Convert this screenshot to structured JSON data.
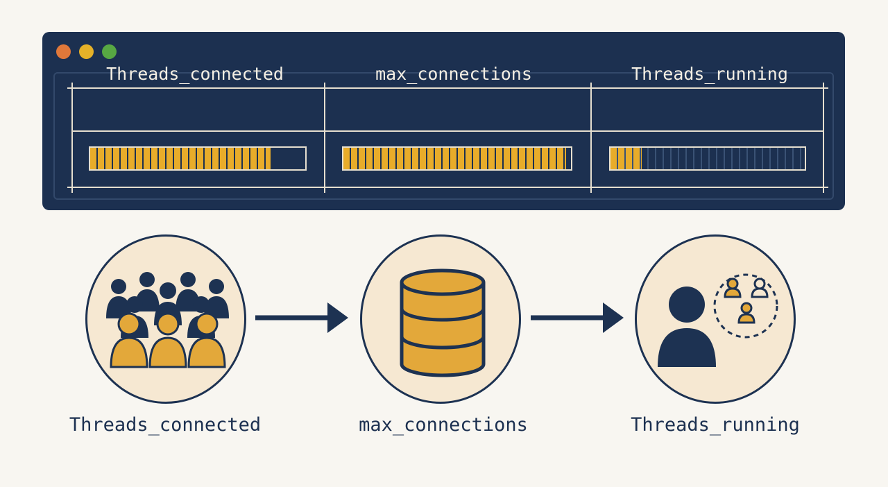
{
  "window": {
    "traffic_lights": [
      "#e0783a",
      "#e5b128",
      "#57a843"
    ],
    "columns": [
      {
        "label": "Threads_connected",
        "fill": 0.84
      },
      {
        "label": "max_connections",
        "fill": 0.98
      },
      {
        "label": "Threads_running",
        "fill": 0.16
      }
    ]
  },
  "flow": {
    "nodes": [
      {
        "label": "Threads_connected",
        "icon": "crowd-icon"
      },
      {
        "label": "max_connections",
        "icon": "database-icon"
      },
      {
        "label": "Threads_running",
        "icon": "active-user-icon"
      }
    ]
  },
  "colors": {
    "navy": "#1c3050",
    "gold": "#e8ac2a",
    "cream": "#f6e8d2",
    "background": "#f8f6f1"
  }
}
